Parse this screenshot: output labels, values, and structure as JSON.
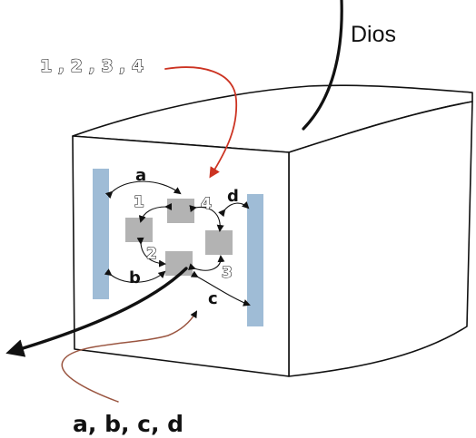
{
  "labels": {
    "top_right": "Dios",
    "top_left": "1 , 2 , 3 , 4",
    "bottom": "a, b, c, d",
    "num_1": "1",
    "num_2": "2",
    "num_3": "3",
    "num_4": "4",
    "let_a": "a",
    "let_b": "b",
    "let_c": "c",
    "let_d": "d"
  },
  "colors": {
    "bar": "#9fbcd6",
    "block": "#b3b3b3",
    "red_arrow": "#cc3322",
    "brown_arrow": "#9a5540",
    "ink": "#111111"
  }
}
